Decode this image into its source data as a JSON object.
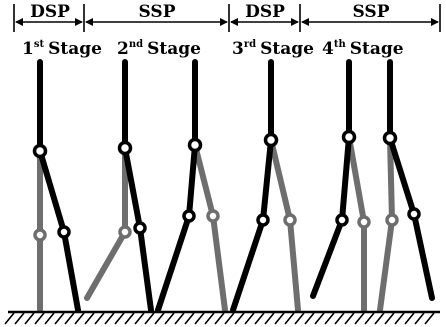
{
  "phases": [
    {
      "label": "DSP"
    },
    {
      "label": "SSP"
    },
    {
      "label": "DSP"
    },
    {
      "label": "SSP"
    }
  ],
  "stages": [
    {
      "num": "1",
      "sup": "st",
      "word": "Stage"
    },
    {
      "num": "2",
      "sup": "nd",
      "word": "Stage"
    },
    {
      "num": "3",
      "sup": "rd",
      "word": "Stage"
    },
    {
      "num": "4",
      "sup": "th",
      "word": "Stage"
    }
  ],
  "colors": {
    "stance_leg": "#000000",
    "swing_leg": "#6e6e6e",
    "background": "#ffffff"
  }
}
